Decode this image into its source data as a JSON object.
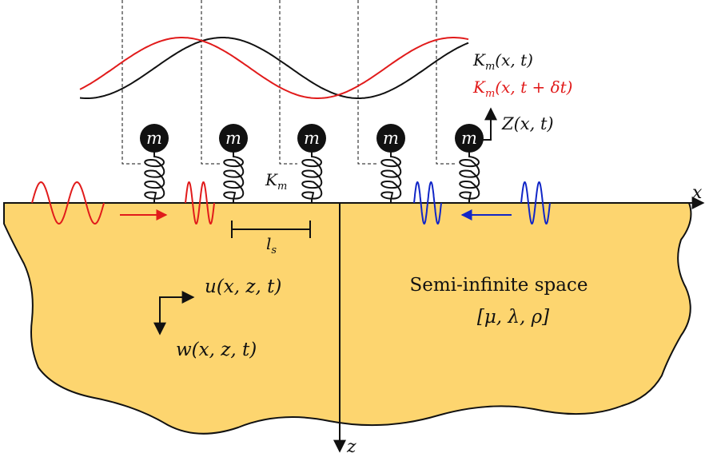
{
  "labels": {
    "mass": "m",
    "stiffness_main": "K",
    "stiffness_sub": "m",
    "spacing_main": "l",
    "spacing_sub": "s",
    "x_axis": "x",
    "z_axis": "z",
    "k_label_1": "K",
    "k_label_1_sub": "m",
    "k_label_1_args": "(x, t)",
    "k_label_2": "K",
    "k_label_2_sub": "m",
    "k_label_2_args": "(x, t + δt)",
    "z_disp": "Z(x, t)",
    "u_disp": "u(x, z, t)",
    "w_disp": "w(x, z, t)",
    "medium_title": "Semi-infinite space",
    "medium_params": "[μ, λ, ρ]"
  },
  "colors": {
    "half_space_fill": "#fdd56f",
    "incident_wave": "#e11b1b",
    "reflected_wave": "#1126c7",
    "modulation_t": "#111111",
    "modulation_t_dt": "#e11b1b",
    "mass_fill": "#111111",
    "mass_text": "#ffffff"
  },
  "resonators": {
    "count": 5
  }
}
